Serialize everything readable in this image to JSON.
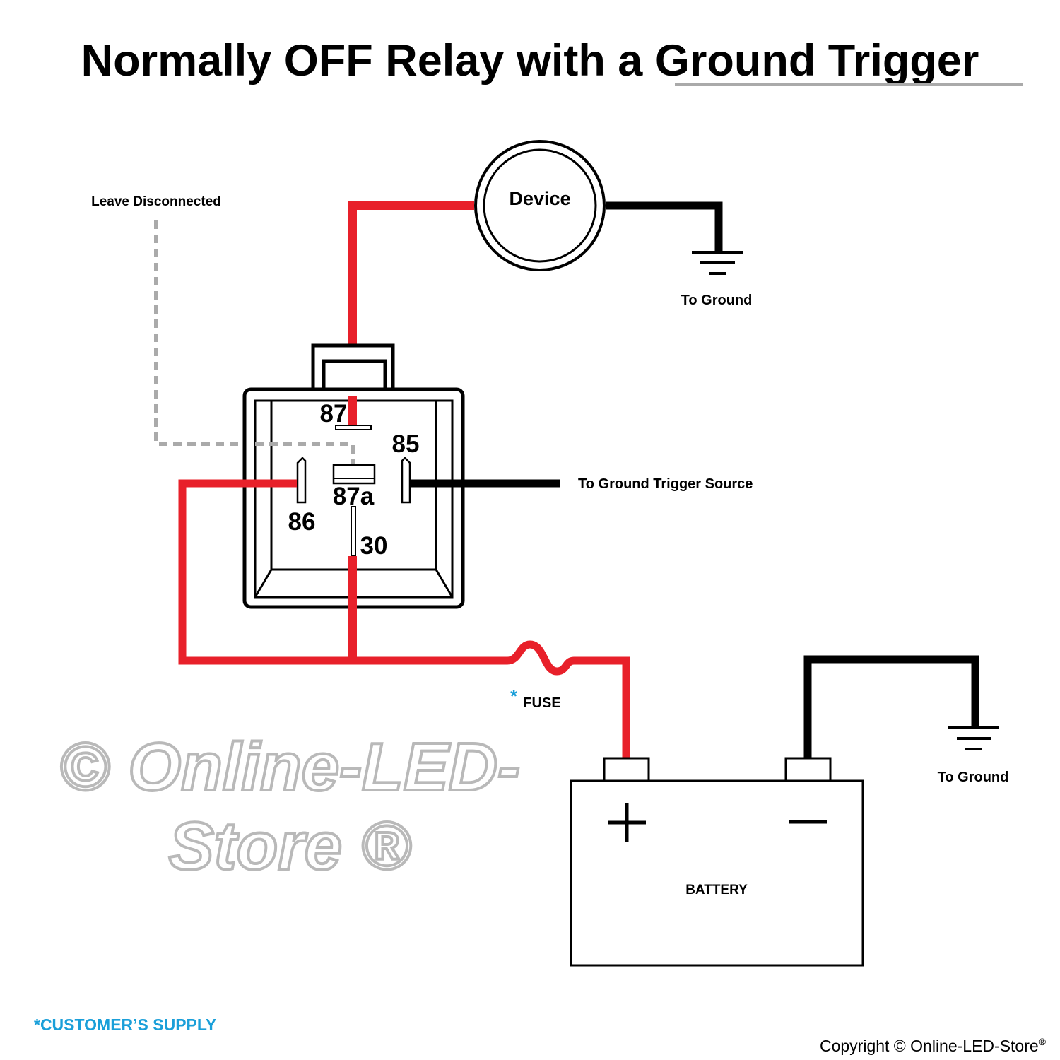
{
  "title": {
    "part1": "Normally OFF Relay with a ",
    "part2": "Ground Trigger"
  },
  "labels": {
    "leave_disconnected": "Leave Disconnected",
    "device": "Device",
    "to_ground_top": "To Ground",
    "to_ground_trigger": "To Ground Trigger Source",
    "fuse_asterisk": "*",
    "fuse": "FUSE",
    "battery": "BATTERY",
    "plus": "+",
    "to_ground_battery": "To Ground",
    "customer_supply": "*CUSTOMER’S SUPPLY",
    "copyright": "Copyright © Online-LED-Store",
    "copyright_reg": "®"
  },
  "relay_pins": {
    "p87": "87",
    "p85": "85",
    "p87a": "87a",
    "p86": "86",
    "p30": "30"
  },
  "watermark": "© Online-LED-Store ®",
  "colors": {
    "positive_wire": "#e8202a",
    "ground_wire": "#000000",
    "disconnected_wire": "#aaaaaa",
    "accent": "#1a9fd9"
  }
}
